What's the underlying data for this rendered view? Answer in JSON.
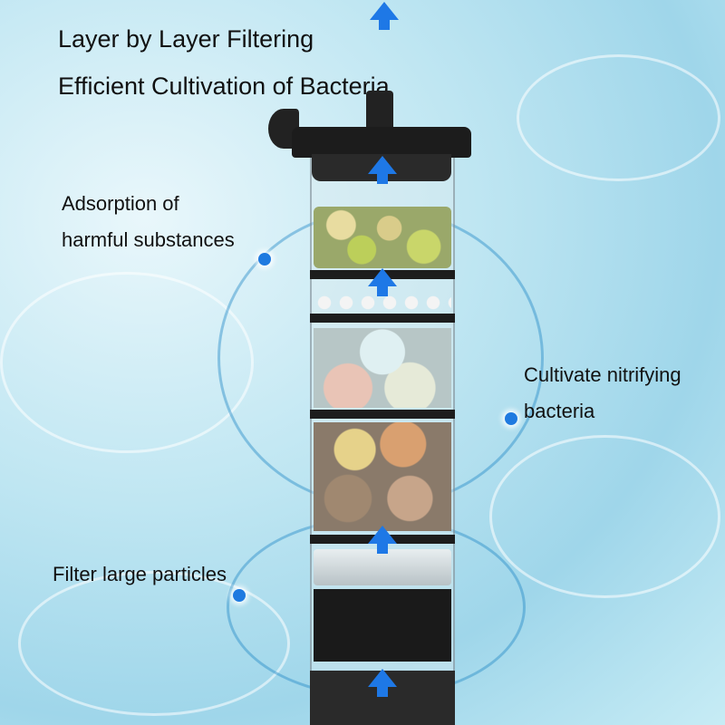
{
  "headline": {
    "line1": "Layer by Layer Filtering",
    "line2": "Efficient Cultivation of Bacteria"
  },
  "callouts": {
    "adsorption": {
      "line1": "Adsorption of",
      "line2": "harmful substances"
    },
    "nitrifying": {
      "line1": "Cultivate nitrifying",
      "line2": "bacteria"
    },
    "particles": {
      "line1": "Filter large particles"
    }
  },
  "colors": {
    "accent": "#1e78e6",
    "water": "#bfe6f2"
  }
}
